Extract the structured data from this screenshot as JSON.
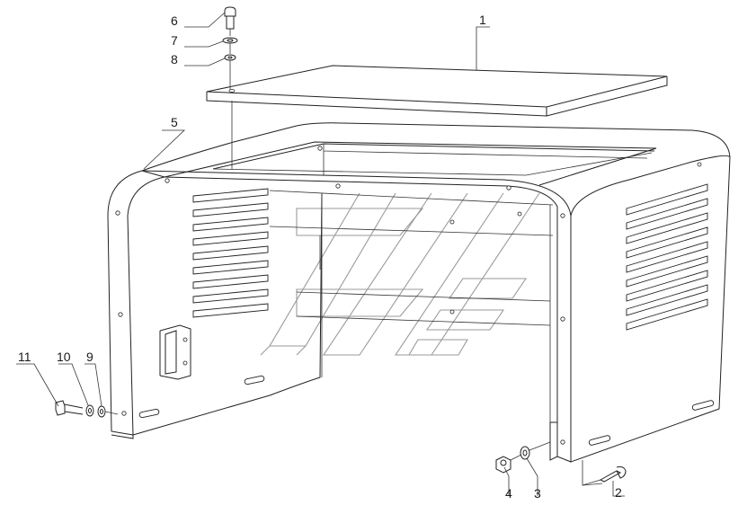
{
  "diagram": {
    "callouts": [
      {
        "id": "callout-1",
        "text": "1"
      },
      {
        "id": "callout-2",
        "text": "2"
      },
      {
        "id": "callout-3",
        "text": "3"
      },
      {
        "id": "callout-4",
        "text": "4"
      },
      {
        "id": "callout-5",
        "text": "5"
      },
      {
        "id": "callout-6",
        "text": "6"
      },
      {
        "id": "callout-7",
        "text": "7"
      },
      {
        "id": "callout-8",
        "text": "8"
      },
      {
        "id": "callout-9",
        "text": "9"
      },
      {
        "id": "callout-10",
        "text": "10"
      },
      {
        "id": "callout-11",
        "text": "11"
      }
    ],
    "colors": {
      "line": "#222222",
      "watermark": "#9a9a9a",
      "background": "#ffffff"
    }
  }
}
